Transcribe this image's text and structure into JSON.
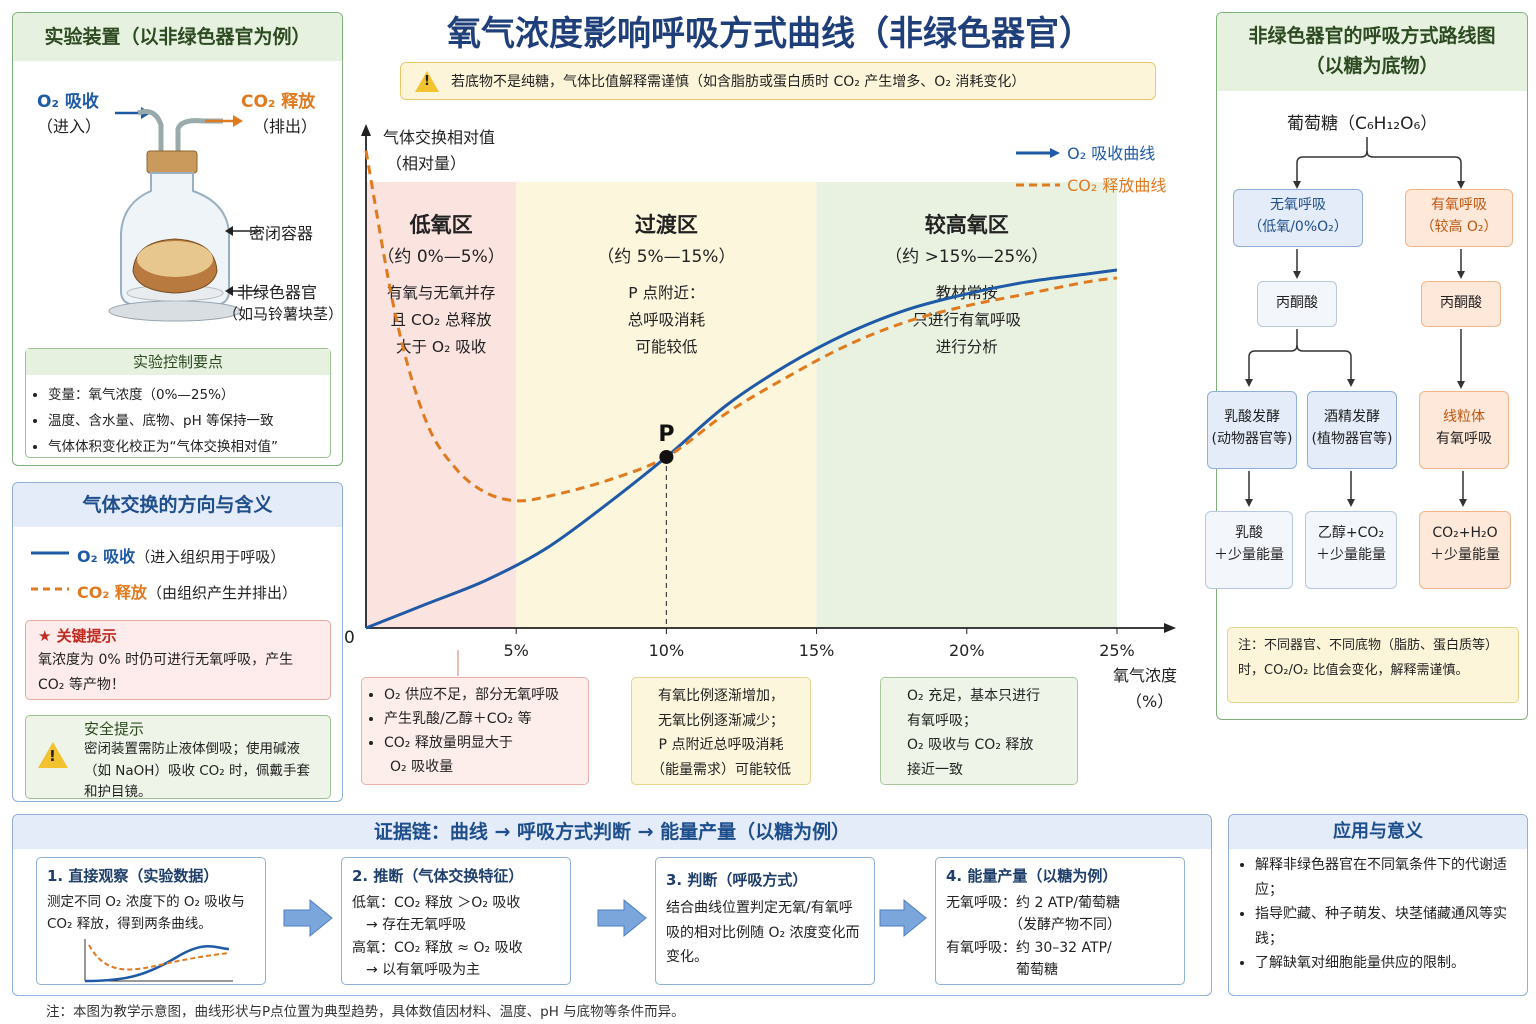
{
  "title": "氧气浓度影响呼吸方式曲线（非绿色器官）",
  "warning": "若底物不是纯糖，气体比值解释需谨慎（如含脂肪或蛋白质时 CO₂ 产生增多、O₂ 消耗变化）",
  "apparatus": {
    "header": "实验装置（以非绿色器官为例）",
    "o2_in": "O₂ 吸收",
    "o2_in_sub": "（进入）",
    "co2_out": "CO₂ 释放",
    "co2_out_sub": "（排出）",
    "container": "密闭容器",
    "organ": "非绿色器官",
    "organ_sub": "（如马铃薯块茎）",
    "controls_header": "实验控制要点",
    "controls": [
      "变量：氧气浓度（0%—25%）",
      "温度、含水量、底物、pH 等保持一致",
      "气体体积变化校正为“气体交换相对值”"
    ]
  },
  "gas_panel": {
    "header": "气体交换的方向与含义",
    "o2_legend": "O₂ 吸收",
    "o2_desc": "（进入组织用于呼吸）",
    "co2_legend": "CO₂ 释放",
    "co2_desc": "（由组织产生并排出）",
    "key_title": "★ 关键提示",
    "key_text": "氧浓度为 0% 时仍可进行无氧呼吸，产生 CO₂ 等产物！",
    "safety_title": "安全提示",
    "safety_text": "密闭装置需防止液体倒吸；使用碱液（如 NaOH）吸收 CO₂ 时，佩戴手套和护目镜。"
  },
  "chart_data": {
    "type": "line",
    "ylabel": "气体交换相对值",
    "ylabel_sub": "（相对量）",
    "xlabel": "氧气浓度",
    "xlabel_unit": "（%）",
    "origin_label": "0",
    "x_ticks": [
      "5%",
      "10%",
      "15%",
      "20%",
      "25%"
    ],
    "xlim": [
      0,
      25
    ],
    "point_label": "P",
    "point_x": 10,
    "series": [
      {
        "name": "O₂ 吸收曲线",
        "color": "#1f5aa6",
        "style": "solid",
        "x": [
          0,
          2,
          4,
          6,
          8,
          10,
          12,
          14,
          16,
          18,
          20,
          22,
          24,
          25
        ],
        "y": [
          0,
          0.06,
          0.12,
          0.2,
          0.31,
          0.43,
          0.56,
          0.66,
          0.74,
          0.8,
          0.84,
          0.87,
          0.89,
          0.9
        ]
      },
      {
        "name": "CO₂ 释放曲线",
        "color": "#e07a1f",
        "style": "dashed",
        "x": [
          0,
          1,
          2,
          3,
          4,
          5,
          6,
          8,
          10,
          12,
          14,
          16,
          18,
          20,
          22,
          24,
          25
        ],
        "y": [
          1.2,
          0.78,
          0.52,
          0.4,
          0.34,
          0.32,
          0.33,
          0.37,
          0.43,
          0.54,
          0.63,
          0.71,
          0.77,
          0.81,
          0.84,
          0.87,
          0.88
        ]
      }
    ],
    "regions": [
      {
        "label": "低氧区",
        "range": "（约 0%—5%）",
        "desc": [
          "有氧与无氧并存",
          "且 CO₂ 总释放",
          "大于 O₂ 吸收"
        ],
        "from": 0,
        "to": 5,
        "color": "#fbe3e0"
      },
      {
        "label": "过渡区",
        "range": "（约 5%—15%）",
        "desc": [
          "P 点附近：",
          "总呼吸消耗",
          "可能较低"
        ],
        "from": 5,
        "to": 15,
        "color": "#fcf6dc"
      },
      {
        "label": "较高氧区",
        "range": "（约 >15%—25%）",
        "desc": [
          "教材常按",
          "只进行有氧呼吸",
          "进行分析"
        ],
        "from": 15,
        "to": 25,
        "color": "#e9f2e0"
      }
    ]
  },
  "region_notes": {
    "low": [
      "O₂ 供应不足，部分无氧呼吸",
      "产生乳酸/乙醇＋CO₂ 等",
      "CO₂ 释放量明显大于",
      "O₂ 吸收量"
    ],
    "mid": [
      "有氧比例逐渐增加，",
      "无氧比例逐渐减少；",
      "P 点附近总呼吸消耗",
      "（能量需求）可能较低"
    ],
    "high": [
      "O₂ 充足，基本只进行",
      "有氧呼吸；",
      "O₂ 吸收与 CO₂ 释放",
      "接近一致"
    ]
  },
  "pathway": {
    "header": "非绿色器官的呼吸方式路线图（以糖为底物）",
    "glucose": "葡萄糖（C₆H₁₂O₆）",
    "anaerobic": "无氧呼吸",
    "anaerobic_sub": "（低氧/0%O₂）",
    "aerobic": "有氧呼吸",
    "aerobic_sub": "（较高 O₂）",
    "pyruvate": "丙酮酸",
    "lactic": "乳酸发酵",
    "lactic_sub": "(动物器官等)",
    "alcohol": "酒精发酵",
    "alcohol_sub": "(植物器官等)",
    "mito": "线粒体",
    "mito_sub": "有氧呼吸",
    "prod_lactic": "乳酸",
    "prod_lactic_sub": "＋少量能量",
    "prod_alcohol": "乙醇+CO₂",
    "prod_alcohol_sub": "＋少量能量",
    "prod_aerobic": "CO₂+H₂O",
    "prod_aerobic_sub": "＋少量能量",
    "note": "注：不同器官、不同底物（脂肪、蛋白质等）时，CO₂/O₂ 比值会变化，解释需谨慎。"
  },
  "evidence": {
    "header": "证据链：曲线 → 呼吸方式判断 → 能量产量（以糖为例）",
    "steps": [
      {
        "title": "1. 直接观察（实验数据）",
        "text": "测定不同 O₂ 浓度下的 O₂ 吸收与 CO₂ 释放，得到两条曲线。"
      },
      {
        "title": "2. 推断（气体交换特征）",
        "lines": [
          "低氧：CO₂ 释放 ＞O₂ 吸收",
          "　→ 存在无氧呼吸",
          "高氧：CO₂ 释放 ≈ O₂ 吸收",
          "　→ 以有氧呼吸为主"
        ]
      },
      {
        "title": "3. 判断（呼吸方式）",
        "text": "结合曲线位置判定无氧/有氧呼吸的相对比例随 O₂ 浓度变化而变化。"
      },
      {
        "title": "4. 能量产量（以糖为例）",
        "lines": [
          "无氧呼吸：约 2 ATP/葡萄糖",
          "　　　　　（发酵产物不同）",
          "有氧呼吸：约 30–32 ATP/",
          "　　　　　葡萄糖"
        ]
      }
    ]
  },
  "application": {
    "header": "应用与意义",
    "items": [
      "解释非绿色器官在不同氧条件下的代谢适应；",
      "指导贮藏、种子萌发、块茎储藏通风等实践；",
      "了解缺氧对细胞能量供应的限制。"
    ]
  },
  "footnote": "注：本图为教学示意图，曲线形状与P点位置为典型趋势，具体数值因材料、温度、pH 与底物等条件而异。"
}
